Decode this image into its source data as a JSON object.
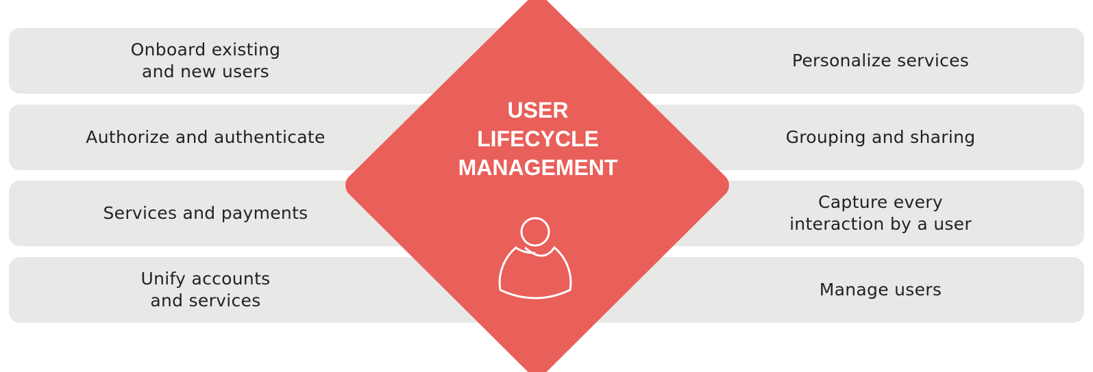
{
  "center": {
    "title_lines": [
      "USER",
      "LIFECYCLE",
      "MANAGEMENT"
    ],
    "icon": "user-icon"
  },
  "left_items": [
    "Onboard existing\nand new users",
    "Authorize and authenticate",
    "Services and payments",
    "Unify accounts\nand services"
  ],
  "right_items": [
    "Personalize services",
    "Grouping and sharing",
    "Capture every\ninteraction by a user",
    "Manage users"
  ],
  "colors": {
    "diamond": "#e95f59",
    "bar": "#e8e8e6",
    "text": "#222222"
  }
}
